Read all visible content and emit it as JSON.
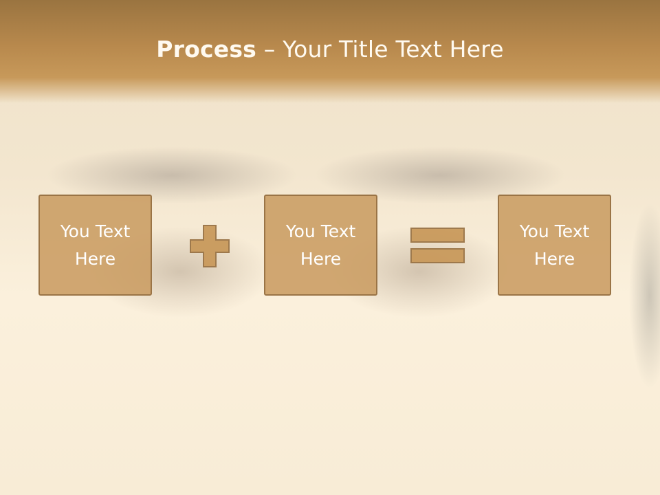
{
  "title": {
    "bold_part": "Process",
    "rest": " – Your Title Text Here"
  },
  "boxes": [
    {
      "label": "You Text Here"
    },
    {
      "label": "You Text Here"
    },
    {
      "label": "You Text Here"
    }
  ],
  "operators": {
    "first": "plus-icon",
    "second": "equals-icon"
  },
  "colors": {
    "header": "#b8894d",
    "box_fill": "#ca9c62",
    "box_border": "#9a7446",
    "text": "#ffffff"
  }
}
